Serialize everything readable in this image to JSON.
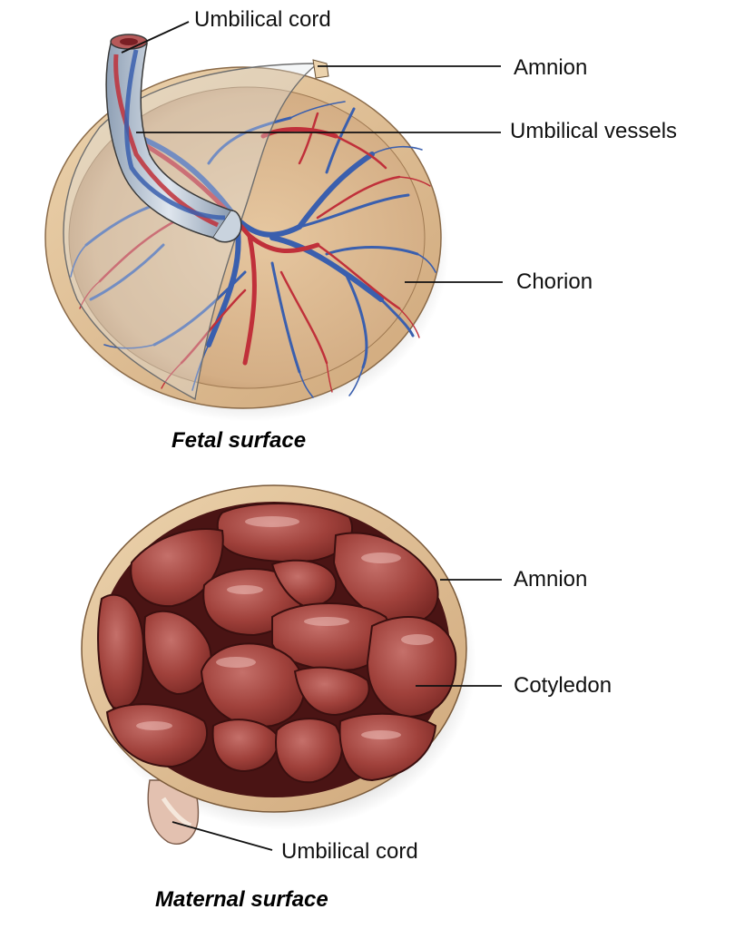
{
  "figure": {
    "title": "Placenta: fetal and maternal surfaces",
    "panels": [
      {
        "id": "fetal",
        "caption": "Fetal surface",
        "labels": [
          {
            "id": "umbilical-cord",
            "text": "Umbilical cord"
          },
          {
            "id": "amnion",
            "text": "Amnion"
          },
          {
            "id": "umbilical-vessels",
            "text": "Umbilical vessels"
          },
          {
            "id": "chorion",
            "text": "Chorion"
          }
        ]
      },
      {
        "id": "maternal",
        "caption": "Maternal surface",
        "labels": [
          {
            "id": "amnion",
            "text": "Amnion"
          },
          {
            "id": "cotyledon",
            "text": "Cotyledon"
          },
          {
            "id": "umbilical-cord",
            "text": "Umbilical cord"
          }
        ]
      }
    ],
    "colors": {
      "membrane": "#e2c49a",
      "chorion_plate": "#d8b48c",
      "artery": "#c0303a",
      "vein": "#3a5fae",
      "cotyledon": "#9a3a34",
      "cotyledon_groove": "#4a1414",
      "leader_line": "#111111"
    }
  }
}
